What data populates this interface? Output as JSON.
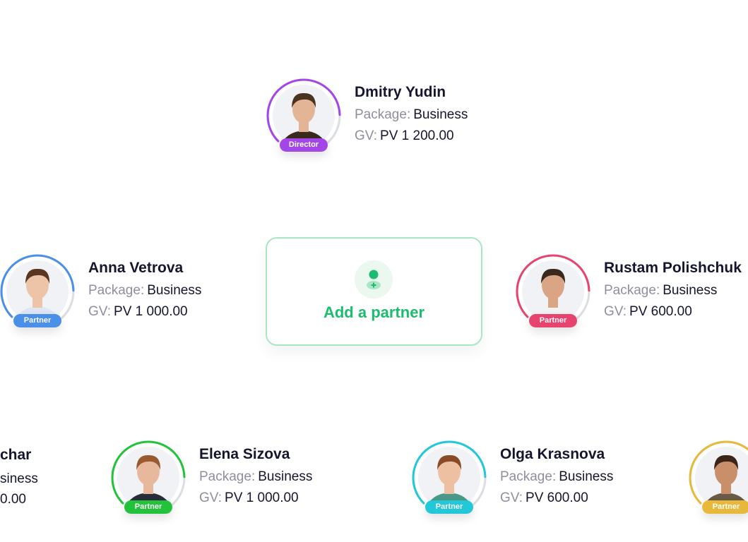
{
  "labels": {
    "package": "Package:",
    "gv": "GV:"
  },
  "add_partner": {
    "label": "Add a partner",
    "icon": "add-user-icon",
    "color": "#1dbb6e"
  },
  "partners": [
    {
      "name": "Dmitry Yudin",
      "package": "Business",
      "gv": "PV 1 200.00",
      "role": "Director",
      "color": "#a445e8"
    },
    {
      "name": "Anna Vetrova",
      "package": "Business",
      "gv": "PV 1 000.00",
      "role": "Partner",
      "color": "#4a8fe8"
    },
    {
      "name": "Rustam Polishchuk",
      "package": "Business",
      "gv": "PV 600.00",
      "role": "Partner",
      "color": "#e8436e"
    },
    {
      "name": "Elena Sizova",
      "package": "Business",
      "gv": "PV 1 000.00",
      "role": "Partner",
      "color": "#22c33a"
    },
    {
      "name": "Olga Krasnova",
      "package": "Business",
      "gv": "PV 600.00",
      "role": "Partner",
      "color": "#22c7d8"
    },
    {
      "name": "",
      "package": "",
      "gv": "",
      "role": "Partner",
      "color": "#e8b83a"
    }
  ],
  "cut_partner": {
    "name": "char",
    "package": "siness",
    "gv": "0.00"
  }
}
